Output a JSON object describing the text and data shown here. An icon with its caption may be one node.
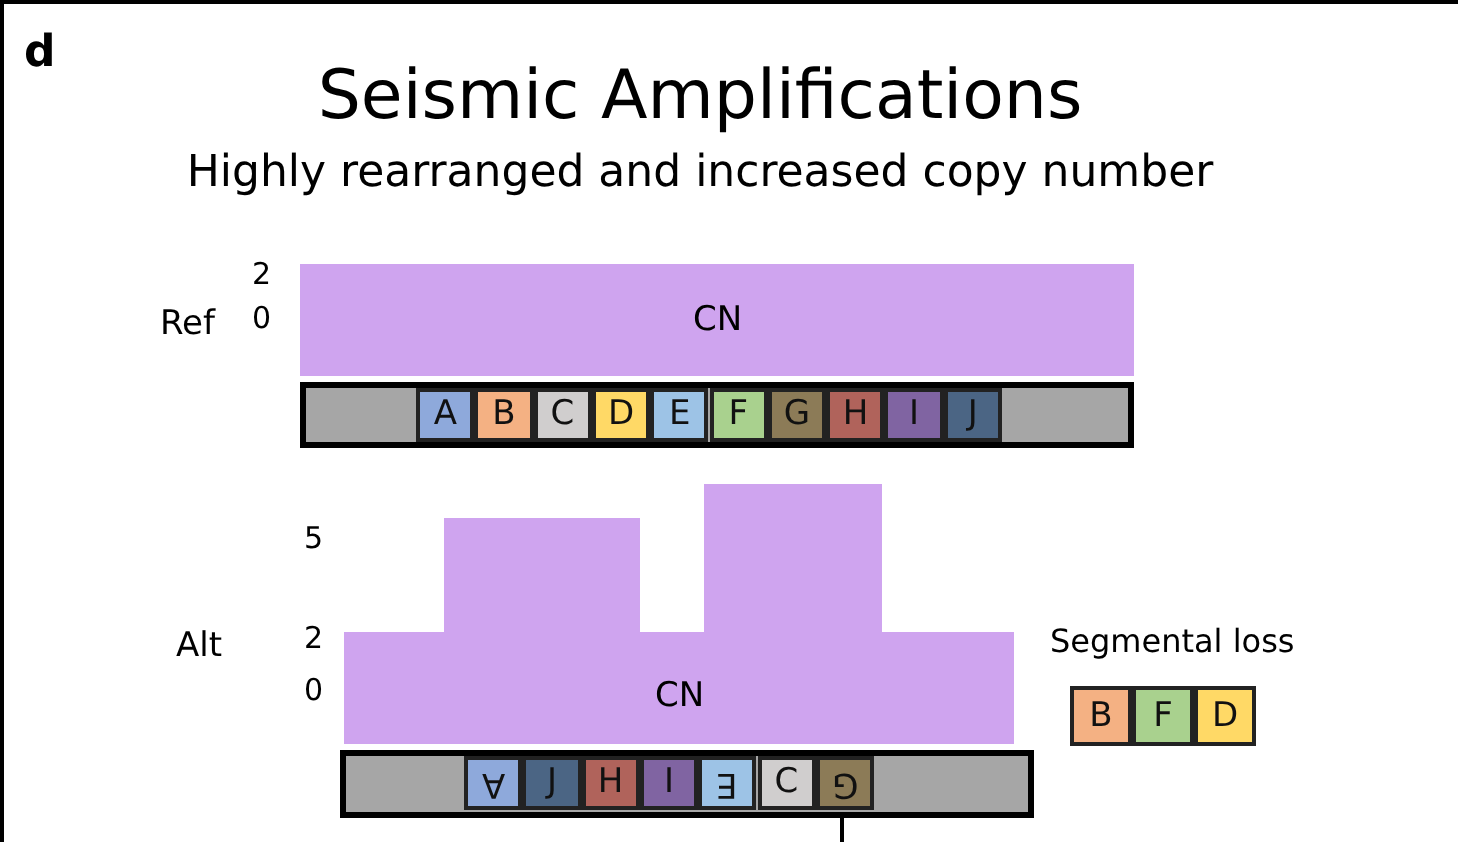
{
  "diagram": {
    "title": "Seismic Amplifications",
    "nodes": [
      {
        "text": [
          "CN"
        ]
      },
      {
        "text": [],
        "shape": "bar"
      },
      {
        "text": [
          "A"
        ],
        "in": 1
      },
      {
        "text": [
          "B"
        ],
        "in": 1
      },
      {
        "text": [
          "C"
        ],
        "in": 1
      },
      {
        "text": [
          "D"
        ],
        "in": 1
      },
      {
        "text": [
          "E"
        ],
        "in": 1
      },
      {
        "text": [
          "F"
        ],
        "in": 1
      },
      {
        "text": [
          "G"
        ],
        "in": 1
      },
      {
        "text": [
          "H"
        ],
        "in": 1
      },
      {
        "text": [
          "I"
        ],
        "in": 1
      },
      {
        "text": [
          "J"
        ],
        "in": 1
      },
      {
        "text": [
          "CN"
        ]
      },
      {
        "text": [],
        "shape": "bar"
      },
      {
        "text": [
          "A"
        ],
        "in": 13
      },
      {
        "text": [
          "J"
        ],
        "in": 13
      },
      {
        "text": [
          "H"
        ],
        "in": 13
      },
      {
        "text": [
          "I"
        ],
        "in": 13
      },
      {
        "text": [
          "E"
        ],
        "in": 13
      },
      {
        "text": [
          "C"
        ],
        "in": 13
      },
      {
        "text": [
          "G"
        ],
        "in": 13
      },
      {
        "text": [
          "B"
        ]
      },
      {
        "text": [
          "F"
        ]
      },
      {
        "text": [
          "D"
        ]
      }
    ],
    "labels": [
      "d",
      "Highly rearranged and increased copy number",
      "2",
      "Ref",
      "0",
      "5",
      "Alt",
      "2",
      "0",
      "Segmental loss"
    ]
  }
}
